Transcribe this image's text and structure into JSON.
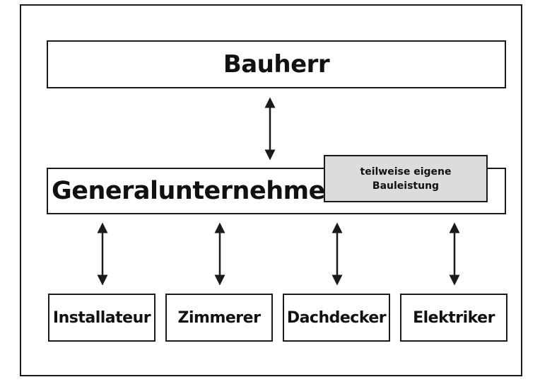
{
  "diagram": {
    "top": {
      "label": "Bauherr"
    },
    "middle": {
      "label": "Generalunternehmer"
    },
    "note": {
      "line1": "teilweise eigene",
      "line2": "Bauleistung"
    },
    "subcontractors": [
      {
        "label": "Installateur"
      },
      {
        "label": "Zimmerer"
      },
      {
        "label": "Dachdecker"
      },
      {
        "label": "Elektriker"
      }
    ]
  },
  "colors": {
    "line": "#1a1a1a",
    "note_fill": "#dcdcdc",
    "background": "#ffffff"
  }
}
